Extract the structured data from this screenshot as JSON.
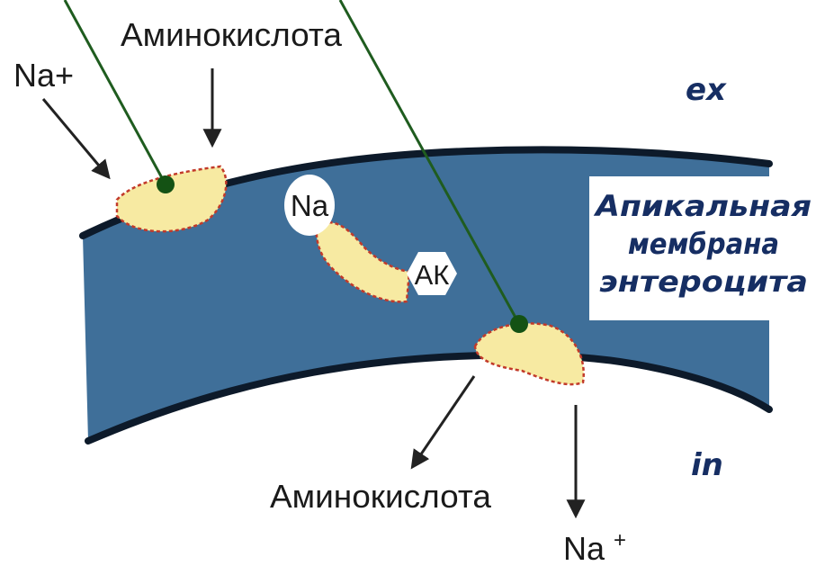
{
  "labels": {
    "amino_acid_top": "Аминокислота",
    "amino_acid_bottom": "Аминокислота",
    "na_plus_left": "Na+",
    "na_plus_bottom_base": "Na",
    "na_plus_bottom_sup": "+",
    "na_in_complex": "Na",
    "ak_in_complex": "АК",
    "ex": "ex",
    "in": "in",
    "membrane_line1": "Апикальная",
    "membrane_line2": "мембрана",
    "membrane_line3": "энтероцита"
  },
  "colors": {
    "membrane": "#3f6f99",
    "membrane_edge": "#0d1a2a",
    "carrier_fill": "#f7eaa2",
    "carrier_border": "#c23a2a",
    "pointer_line": "#1f5c1f",
    "pointer_dot": "#145214",
    "italic_label": "#162e63",
    "arrow": "#222222"
  }
}
